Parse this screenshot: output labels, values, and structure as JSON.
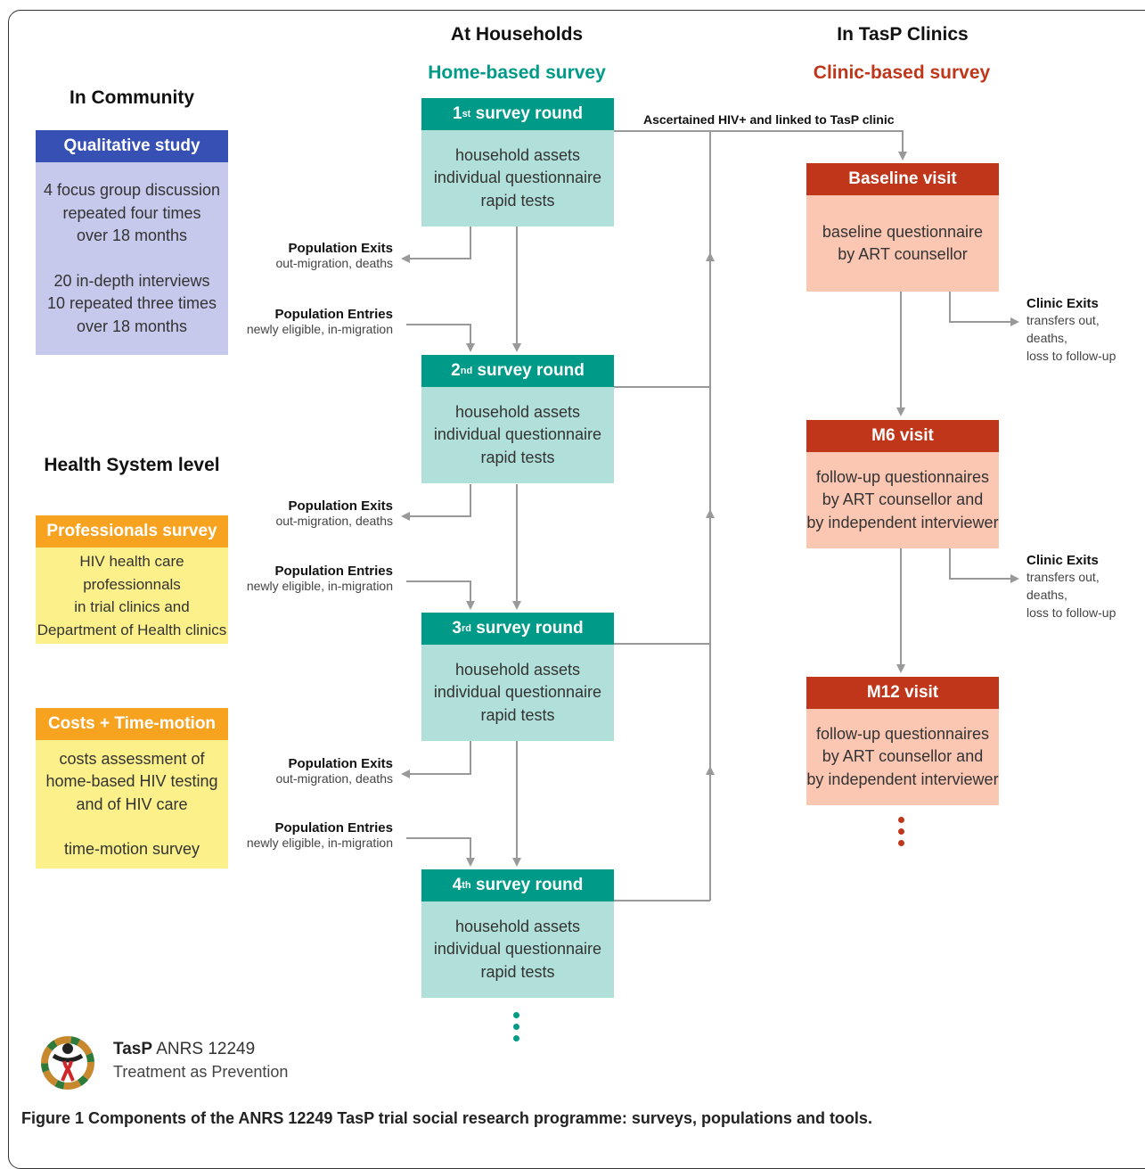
{
  "headers": {
    "households": "At Households",
    "clinics": "In TasP Clinics",
    "community": "In Community",
    "health_system": "Health System level"
  },
  "surveys": {
    "home_based": "Home-based survey",
    "clinic_based": "Clinic-based survey"
  },
  "community": {
    "qualitative": {
      "title": "Qualitative study",
      "lines": [
        "4 focus group discussion",
        "repeated four times",
        "over 18 months",
        "",
        "20 in-depth interviews",
        "10 repeated three times",
        "over 18 months"
      ]
    }
  },
  "health_system": {
    "professionals": {
      "title": "Professionals survey",
      "lines": [
        "HIV health care professionnals",
        "in trial clinics and",
        "Department of Health clinics"
      ]
    },
    "costs": {
      "title": "Costs + Time-motion",
      "lines": [
        "costs assessment of",
        "home-based HIV testing",
        "and of HIV care",
        "",
        "time-motion survey"
      ]
    }
  },
  "rounds": [
    {
      "num": "1",
      "sup": "st",
      "label": "survey round"
    },
    {
      "num": "2",
      "sup": "nd",
      "label": "survey round"
    },
    {
      "num": "3",
      "sup": "rd",
      "label": "survey round"
    },
    {
      "num": "4",
      "sup": "th",
      "label": "survey round"
    }
  ],
  "round_body": [
    "household assets",
    "individual questionnaire",
    "rapid tests"
  ],
  "population_exits": {
    "title": "Population Exits",
    "sub": "out-migration, deaths"
  },
  "population_entries": {
    "title": "Population Entries",
    "sub": "newly eligible, in-migration"
  },
  "link_label": "Ascertained HIV+ and linked to TasP clinic",
  "visits": [
    {
      "title": "Baseline visit",
      "lines": [
        "baseline questionnaire",
        "by ART counsellor"
      ]
    },
    {
      "title": "M6 visit",
      "lines": [
        "follow-up questionnaires",
        "by ART counsellor and",
        "by independent interviewer"
      ]
    },
    {
      "title": "M12 visit",
      "lines": [
        "follow-up questionnaires",
        "by ART counsellor and",
        "by independent interviewer"
      ]
    }
  ],
  "clinic_exits": {
    "title": "Clinic Exits",
    "lines": [
      "transfers out, deaths,",
      "loss to follow-up"
    ]
  },
  "logo": {
    "brand": "TasP",
    "code": "ANRS 12249",
    "tagline": "Treatment as Prevention"
  },
  "caption": {
    "label": "Figure 1",
    "text": "Components of the ANRS 12249 TasP trial social research programme: surveys, populations and tools."
  },
  "colors": {
    "teal": "#009b88",
    "teal_light": "#b1e0da",
    "red": "#c0361a",
    "red_light": "#fbc6b2",
    "blue": "#3650b4",
    "blue_light": "#c6c9ec",
    "orange": "#f7a320",
    "yellow": "#fcf08a",
    "arrow": "#999999"
  }
}
